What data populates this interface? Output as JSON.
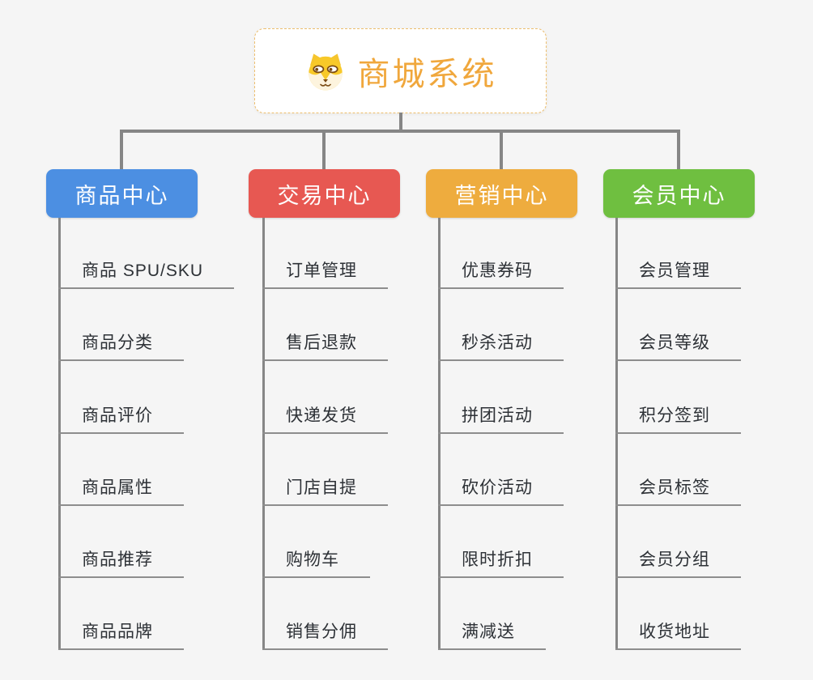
{
  "root": {
    "title": "商城系统",
    "icon": "shiba-dog-icon",
    "title_color": "#f0a73c",
    "border_color": "#edbe6e"
  },
  "connector_color": "#868686",
  "background_color": "#f5f5f5",
  "branches": [
    {
      "label": "商品中心",
      "color": "#4c8fe2",
      "children": [
        "商品 SPU/SKU",
        "商品分类",
        "商品评价",
        "商品属性",
        "商品推荐",
        "商品品牌"
      ]
    },
    {
      "label": "交易中心",
      "color": "#e75852",
      "children": [
        "订单管理",
        "售后退款",
        "快递发货",
        "门店自提",
        "购物车",
        "销售分佣"
      ]
    },
    {
      "label": "营销中心",
      "color": "#eeac3e",
      "children": [
        "优惠券码",
        "秒杀活动",
        "拼团活动",
        "砍价活动",
        "限时折扣",
        "满减送"
      ]
    },
    {
      "label": "会员中心",
      "color": "#6fbf40",
      "children": [
        "会员管理",
        "会员等级",
        "积分签到",
        "会员标签",
        "会员分组",
        "收货地址"
      ]
    }
  ]
}
